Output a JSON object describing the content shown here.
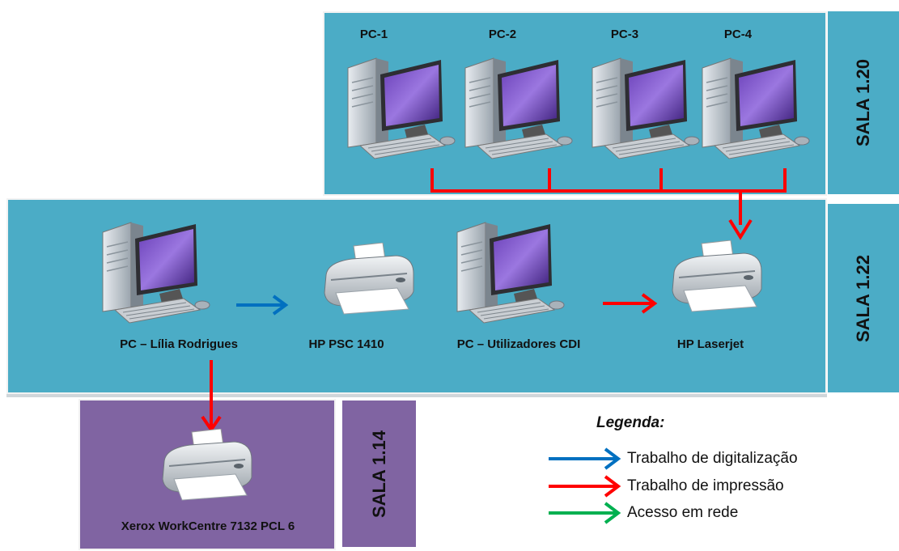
{
  "rooms": {
    "sala_120": {
      "label": "SALA 1.20"
    },
    "sala_122": {
      "label": "SALA 1.22"
    },
    "sala_114": {
      "label": "SALA 1.14"
    }
  },
  "devices": {
    "pc1": {
      "label": "PC-1",
      "icon": "desktop-computer-icon"
    },
    "pc2": {
      "label": "PC-2",
      "icon": "desktop-computer-icon"
    },
    "pc3": {
      "label": "PC-3",
      "icon": "desktop-computer-icon"
    },
    "pc4": {
      "label": "PC-4",
      "icon": "desktop-computer-icon"
    },
    "pc_lilia": {
      "label": "PC – Lília Rodrigues",
      "icon": "desktop-computer-icon"
    },
    "hp_psc": {
      "label": "HP PSC 1410",
      "icon": "printer-icon"
    },
    "pc_cdi": {
      "label": "PC – Utilizadores CDI",
      "icon": "desktop-computer-icon"
    },
    "hp_laserjet": {
      "label": "HP Laserjet",
      "icon": "printer-icon"
    },
    "xerox": {
      "label": "Xerox WorkCentre 7132 PCL 6",
      "icon": "printer-icon"
    }
  },
  "legend": {
    "title": "Legenda:",
    "items": [
      {
        "label": "Trabalho de digitalização",
        "color": "#0070c0"
      },
      {
        "label": "Trabalho de impressão",
        "color": "#ff0000"
      },
      {
        "label": "Acesso em rede",
        "color": "#00b050"
      }
    ]
  },
  "colors": {
    "room_teal": "#4bacc6",
    "room_purple": "#8064a2",
    "scan_arrow": "#0070c0",
    "print_arrow": "#ff0000",
    "network_arrow": "#00b050"
  }
}
